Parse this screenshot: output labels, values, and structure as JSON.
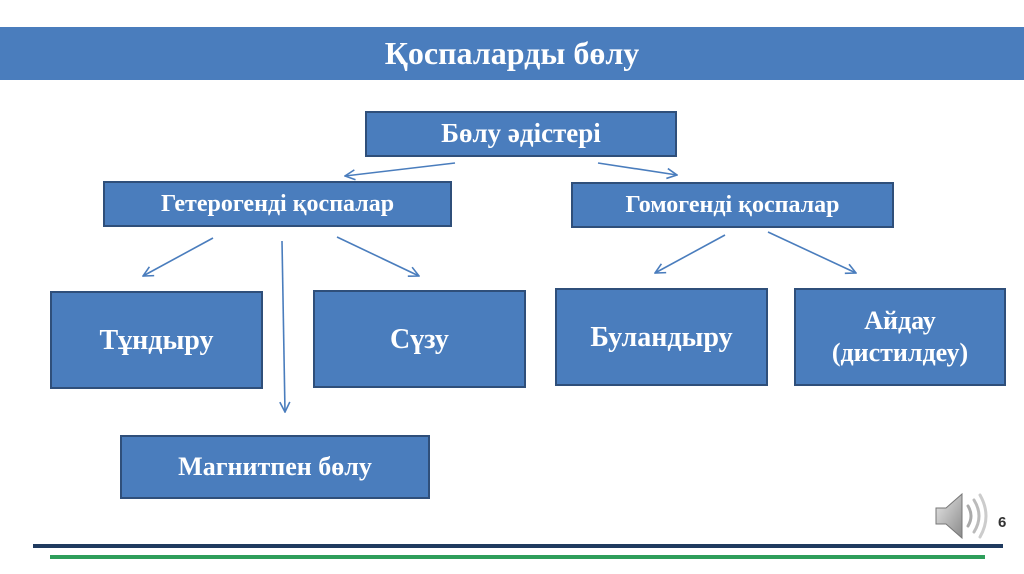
{
  "title": "Қоспаларды бөлу",
  "nodes": {
    "root": "Бөлу әдістері",
    "hetero": "Гетерогенді қоспалар",
    "homo": "Гомогенді қоспалар",
    "tundyru": "Тұндыру",
    "suzu": "Сүзу",
    "magnit": "Магнитпен бөлу",
    "bulandyru": "Буландыру",
    "aidau": "Айдау\n(дистилдеу)"
  },
  "page_number": "6",
  "colors": {
    "box_fill": "#4a7dbd",
    "box_border": "#2f4f7a",
    "arrow": "#4a7dbd",
    "footer_navy": "#1f3a5f",
    "footer_green": "#2e9e5b"
  },
  "icons": {
    "audio": "speaker-icon"
  }
}
